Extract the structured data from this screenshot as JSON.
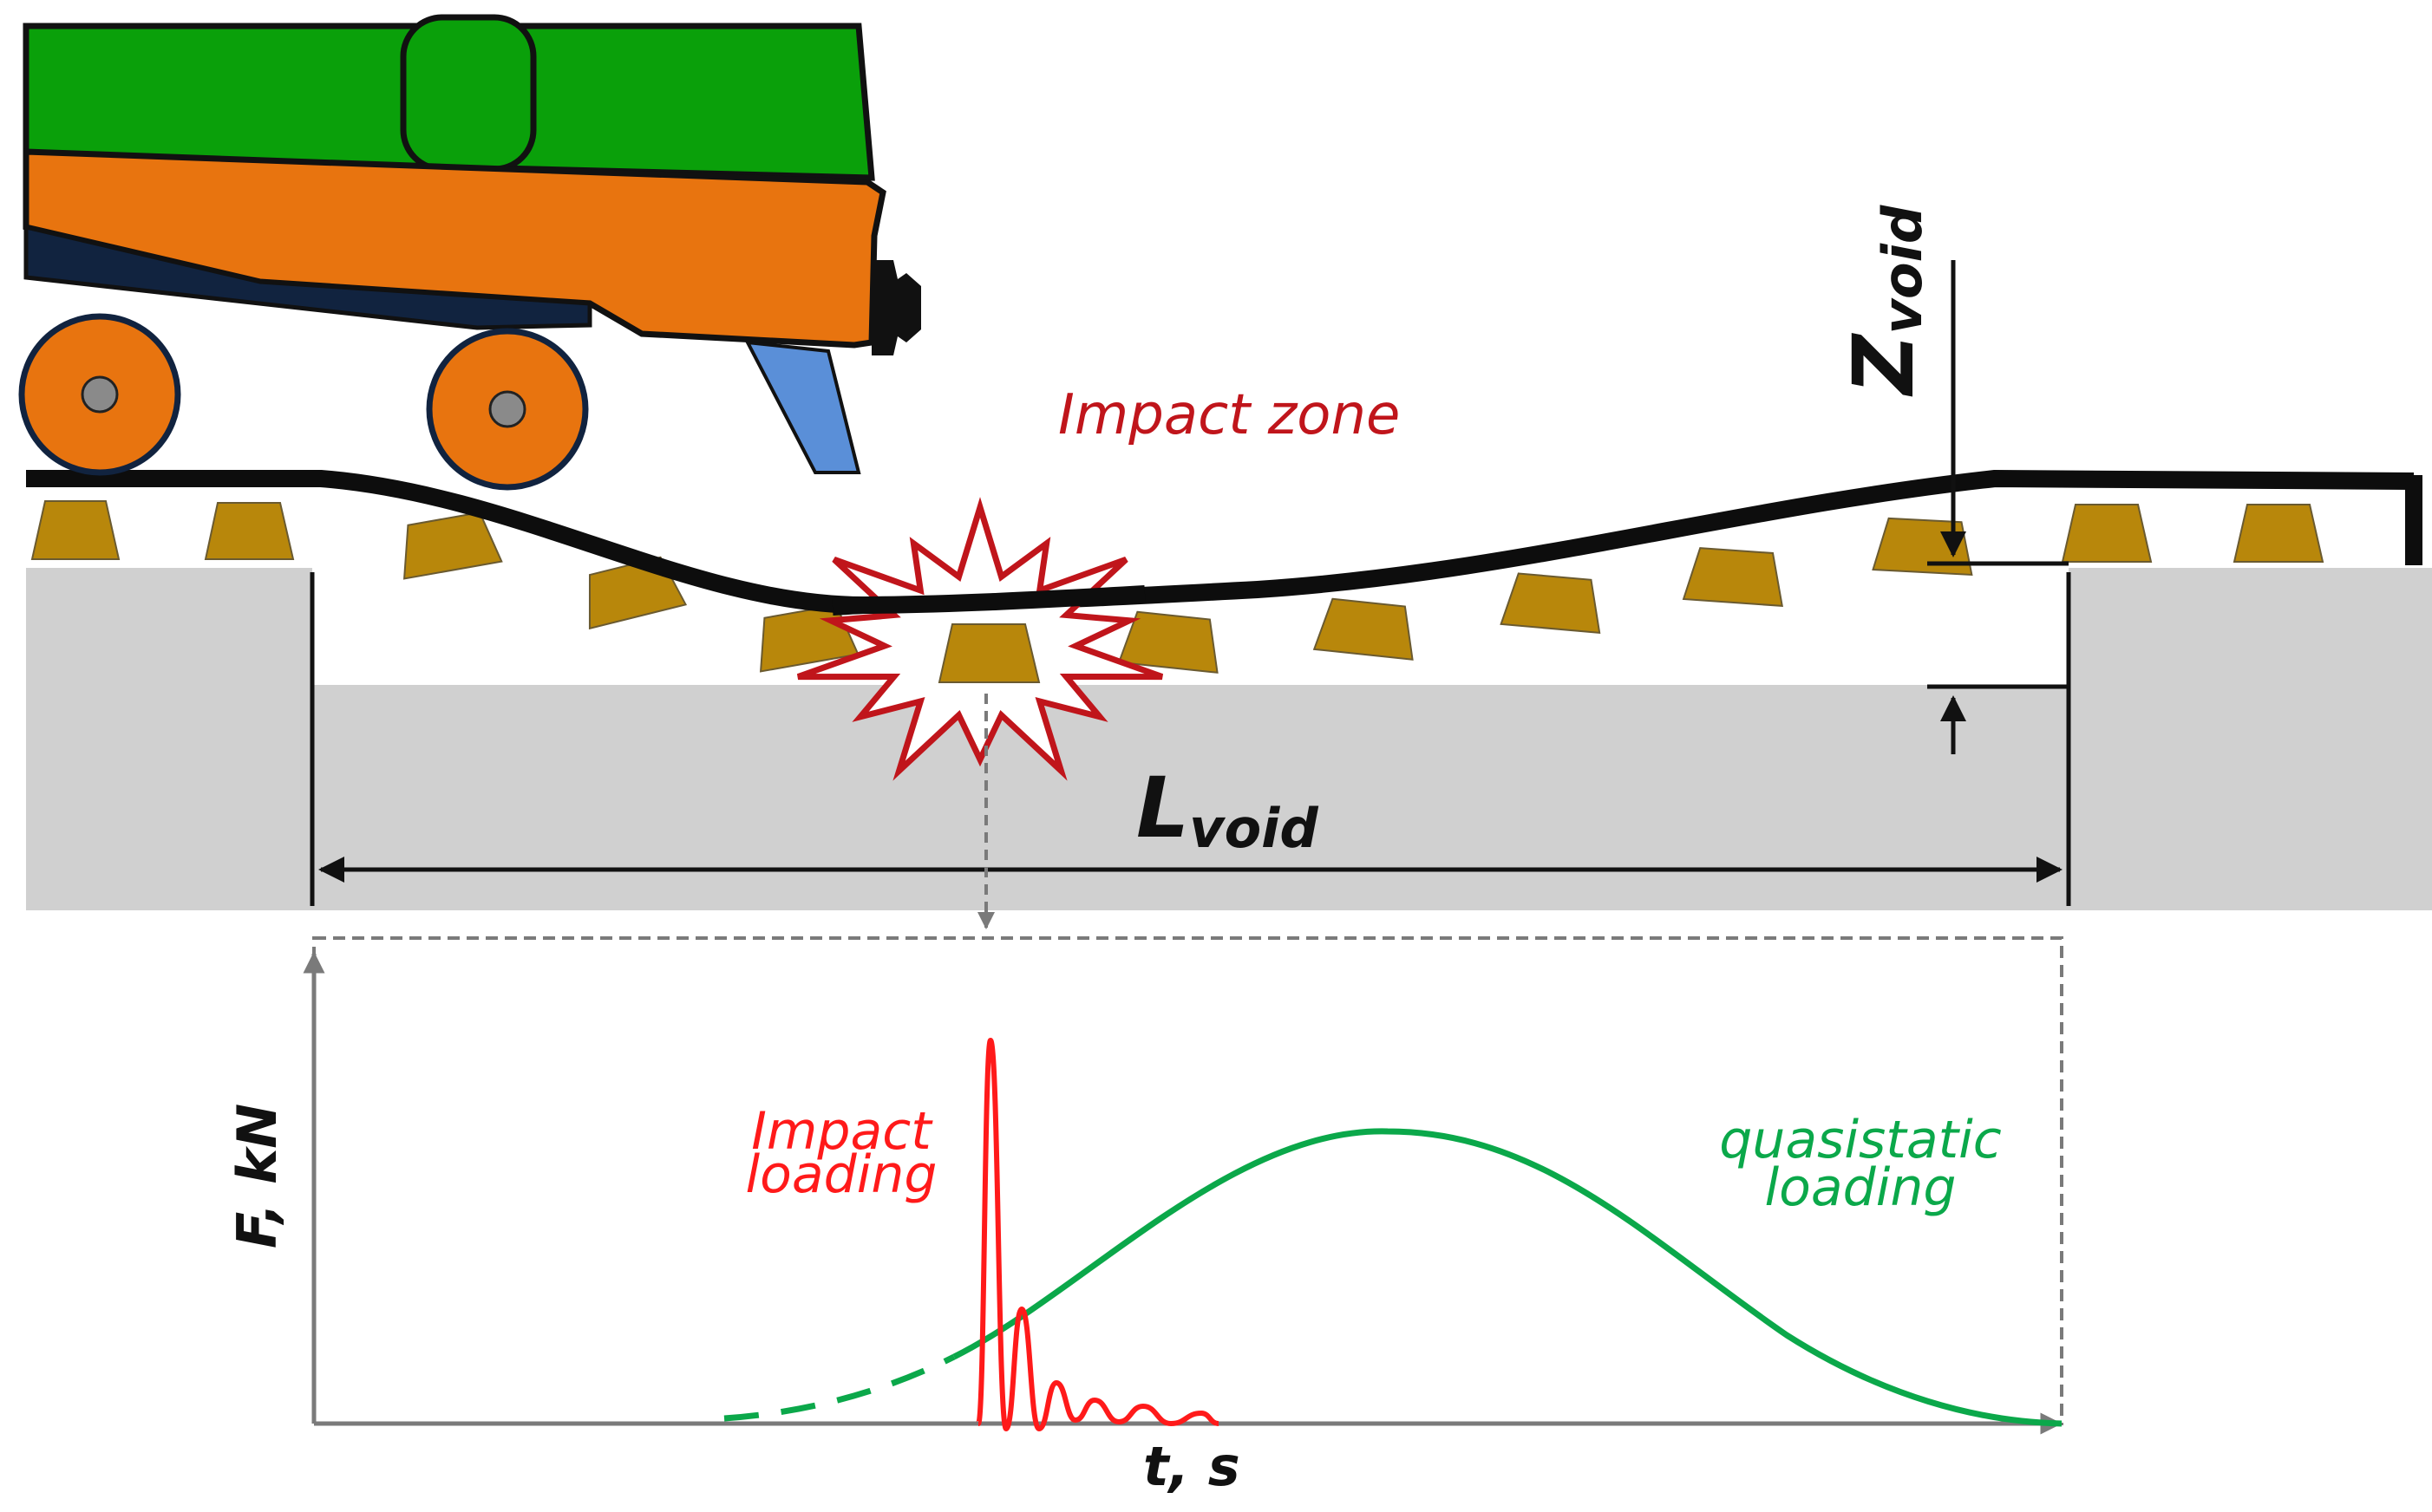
{
  "labels": {
    "impact_zone": "Impact zone",
    "z_void_main": "Z",
    "z_void_sub": "void",
    "l_void_main": "L",
    "l_void_sub": "void",
    "y_axis": "F, kN",
    "x_axis": "t, s",
    "impact_loading_line1": "Impact",
    "impact_loading_line2": "loading",
    "quasistatic_line1": "quasistatic",
    "quasistatic_line2": "loading"
  },
  "colors": {
    "wagon_body": "#0aa00a",
    "wagon_frame": "#e8740f",
    "wagon_underframe": "#11233f",
    "brake_shoe": "#5a8fd8",
    "wheel": "#e8740f",
    "sleeper": "#b8870b",
    "rail": "#0d0d0d",
    "ground": "#d0d0d0",
    "impact_star": "#c0151b",
    "impact_curve": "#ff1a1a",
    "quasistatic_curve": "#0ba84a"
  }
}
